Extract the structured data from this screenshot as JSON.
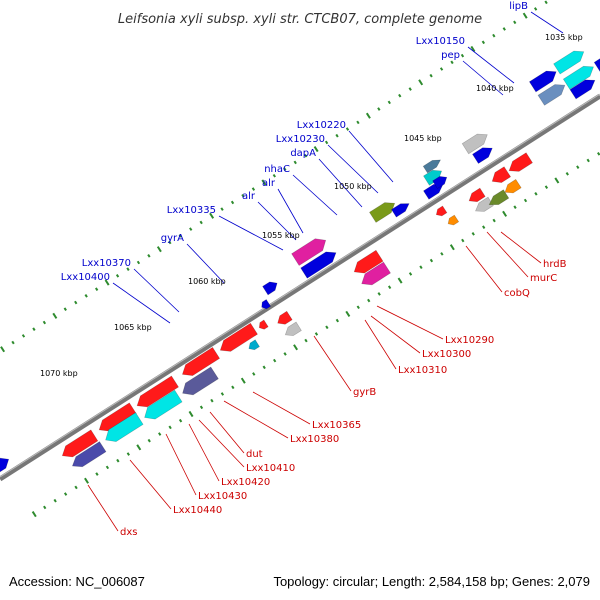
{
  "title": "Leifsonia xyli subsp. xyli str. CTCB07, complete genome",
  "footer": {
    "accession": "Accession: NC_006087",
    "topology": "Topology: circular; Length: 2,584,158 bp; Genes: 2,079"
  },
  "colors": {
    "forward_label": "#0000cc",
    "reverse_label": "#cc0000",
    "backbone": "#777777",
    "tick": "#2e8b2e"
  },
  "kbp_labels": [
    "1035 kbp",
    "1040 kbp",
    "1045 kbp",
    "1050 kbp",
    "1055 kbp",
    "1060 kbp",
    "1065 kbp",
    "1070 kbp"
  ],
  "forward_genes": [
    "lipB",
    "Lxx10150",
    "pep",
    "Lxx10220",
    "Lxx10230",
    "dapA",
    "nhaC",
    "alr",
    "alr",
    "Lxx10335",
    "gyrA",
    "Lxx10370",
    "Lxx10400"
  ],
  "reverse_genes": [
    "hrdB",
    "murC",
    "cobQ",
    "Lxx10290",
    "Lxx10300",
    "Lxx10310",
    "gyrB",
    "Lxx10365",
    "Lxx10380",
    "dut",
    "Lxx10410",
    "Lxx10420",
    "Lxx10430",
    "Lxx10440",
    "dxs"
  ]
}
